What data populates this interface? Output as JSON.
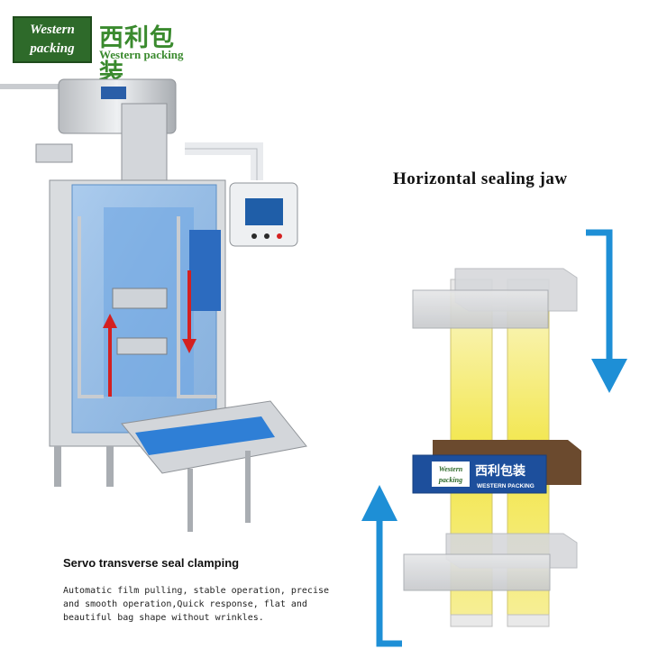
{
  "logo": {
    "box_line1": "Western",
    "box_line2": "packing",
    "cn": "西利包装",
    "en": "Western packing"
  },
  "right_title": "Horizontal sealing jaw",
  "left_title": "Servo transverse seal clamping",
  "left_desc": [
    "Automatic film pulling, stable operation, precise",
    "and smooth operation,Quick response, flat and",
    "beautiful bag shape without wrinkles."
  ],
  "jaw_label": {
    "line1": "Western",
    "line2": "packing",
    "cn": "西利包装",
    "en": "WESTERN PACKING"
  },
  "colors": {
    "brand_green": "#2e6a2a",
    "arrow_blue": "#1e8fd6",
    "jaw_blue": "#1d4f9c",
    "film_yellow": "#f2e64a",
    "arrow_red": "#d42020"
  }
}
